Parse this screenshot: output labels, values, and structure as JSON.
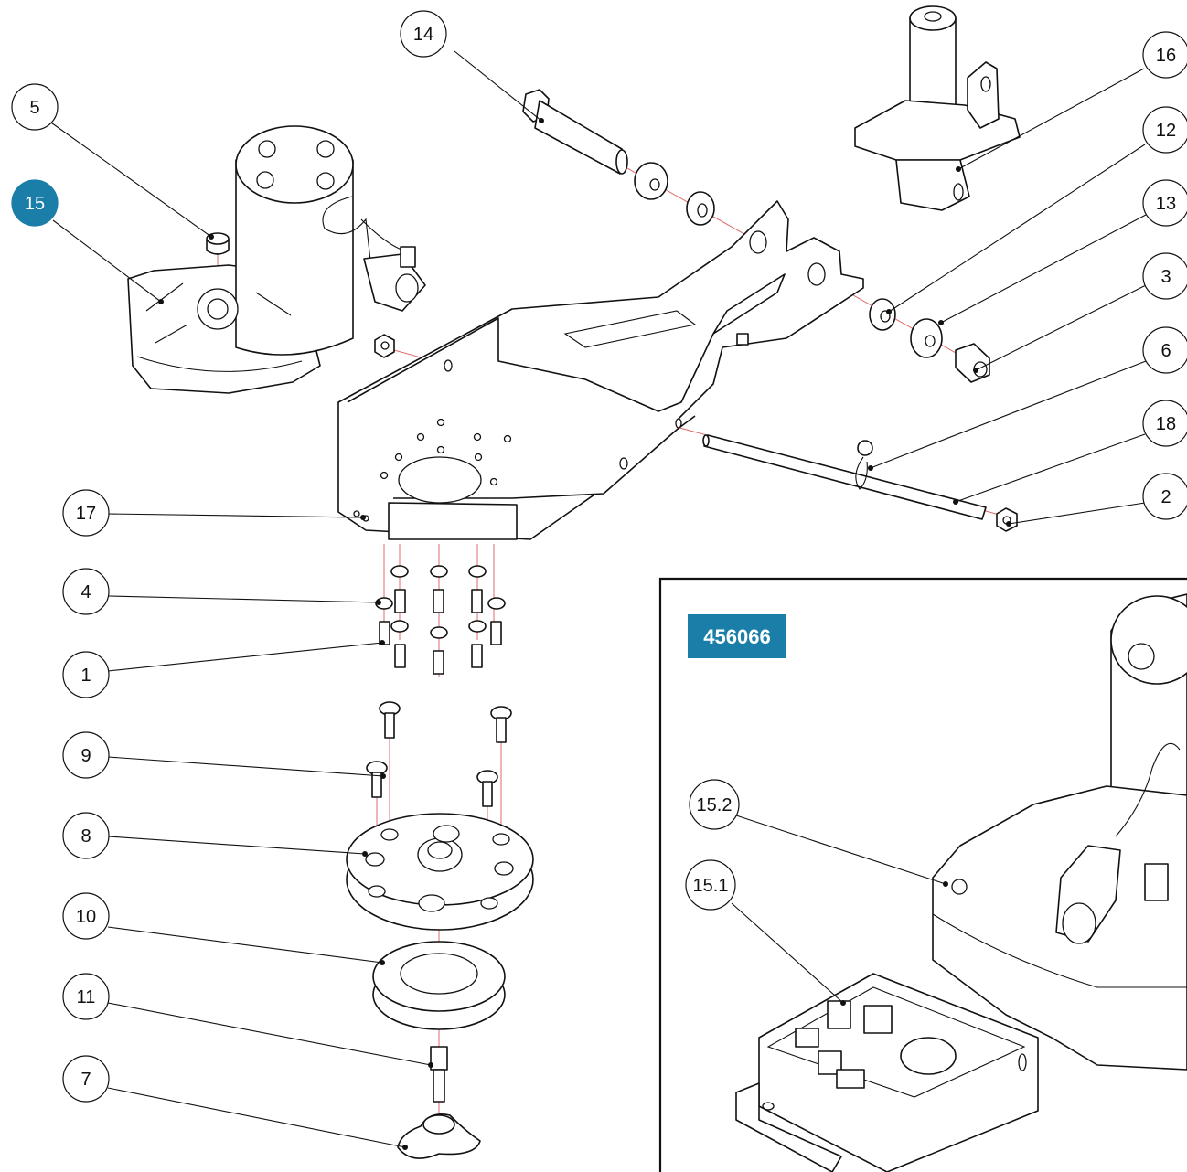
{
  "colors": {
    "highlight": "#1a7ea8",
    "badge": "#1a7ea8",
    "assembly_axis": "#e06a6a",
    "line": "#111111"
  },
  "badge": {
    "label": "456066"
  },
  "callouts": [
    {
      "id": "c14",
      "label": "14"
    },
    {
      "id": "c16",
      "label": "16"
    },
    {
      "id": "c12",
      "label": "12"
    },
    {
      "id": "c13",
      "label": "13"
    },
    {
      "id": "c3",
      "label": "3"
    },
    {
      "id": "c6",
      "label": "6"
    },
    {
      "id": "c18",
      "label": "18"
    },
    {
      "id": "c2",
      "label": "2"
    },
    {
      "id": "c5",
      "label": "5"
    },
    {
      "id": "c15",
      "label": "15",
      "highlighted": true
    },
    {
      "id": "c17",
      "label": "17"
    },
    {
      "id": "c4",
      "label": "4"
    },
    {
      "id": "c1",
      "label": "1"
    },
    {
      "id": "c9",
      "label": "9"
    },
    {
      "id": "c8",
      "label": "8"
    },
    {
      "id": "c10",
      "label": "10"
    },
    {
      "id": "c11",
      "label": "11"
    },
    {
      "id": "c7",
      "label": "7"
    },
    {
      "id": "c15_2",
      "label": "15.2"
    },
    {
      "id": "c15_1",
      "label": "15.1"
    }
  ]
}
